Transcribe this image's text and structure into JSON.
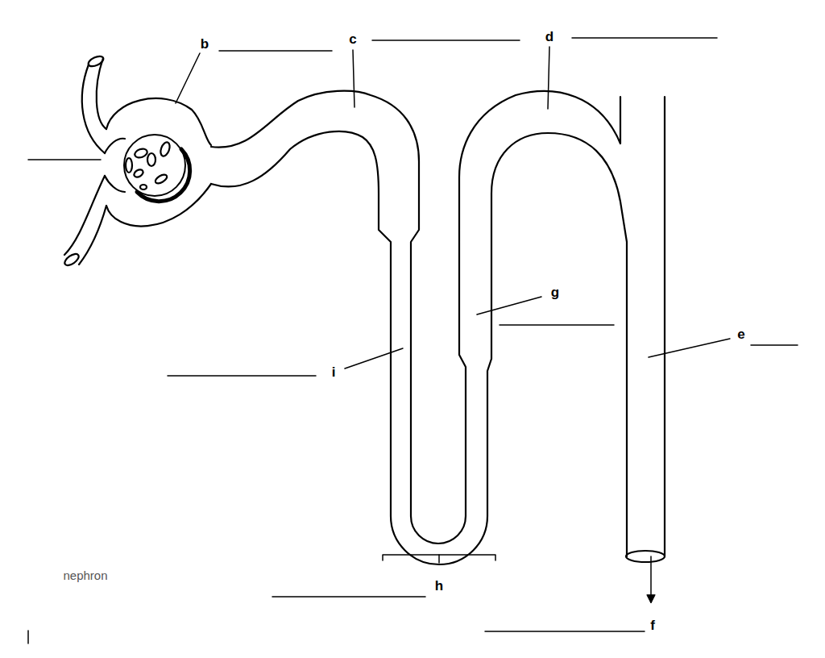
{
  "diagram": {
    "labels": [
      "b",
      "c",
      "d",
      "g",
      "e",
      "i",
      "h",
      "f",
      "nephron"
    ]
  }
}
